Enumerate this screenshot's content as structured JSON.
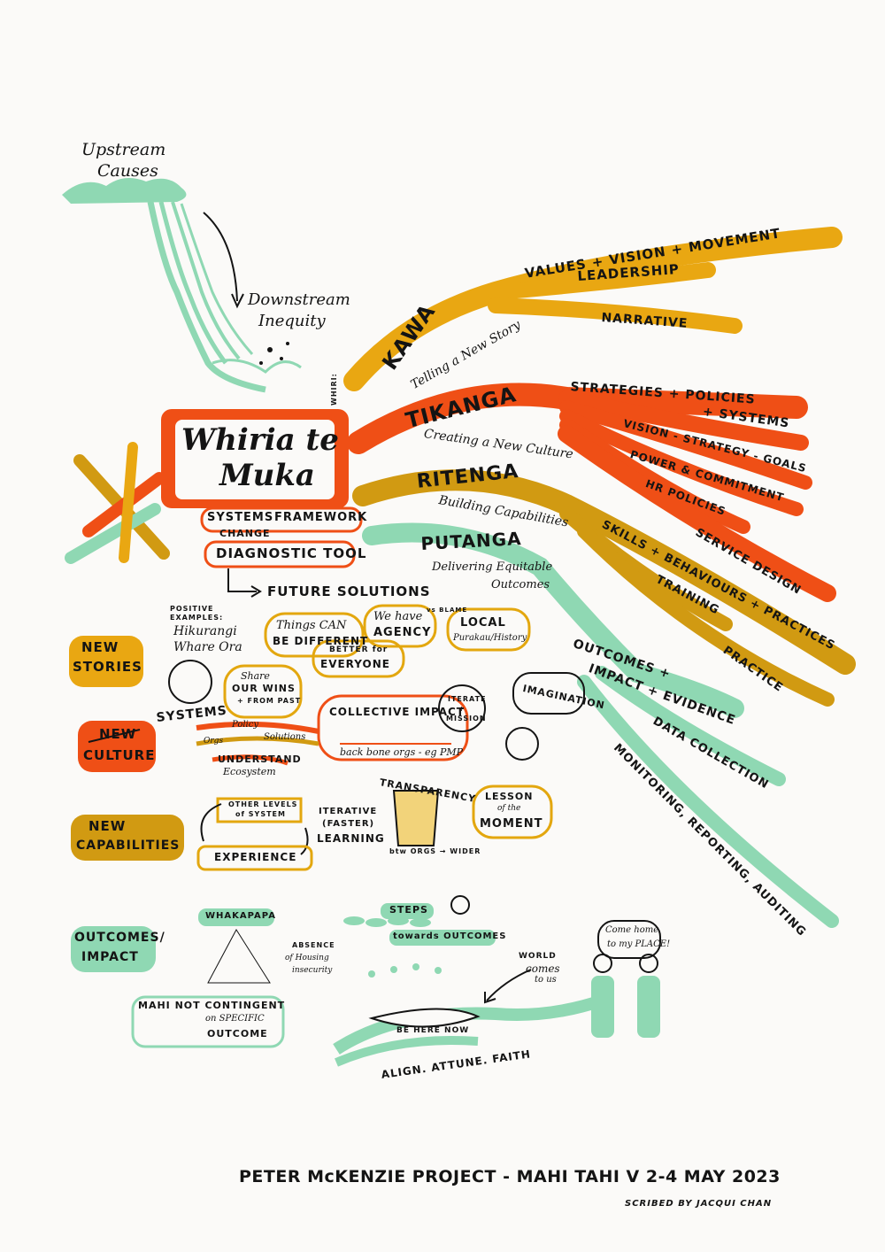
{
  "colors": {
    "yellow": "#e9a712",
    "orange": "#ef4f16",
    "mustard": "#d19a12",
    "green": "#8fd8b3",
    "ink": "#141414"
  },
  "upstream": {
    "title_line1": "Upstream",
    "title_line2": "Causes",
    "downstream_line1": "Downstream",
    "downstream_line2": "Inequity"
  },
  "center": {
    "whiri_label": "WHIRI:",
    "title_line1": "Whiria te",
    "title_line2": "Muka",
    "systems": "SYSTEMS",
    "change": "CHANGE",
    "framework": "FRAMEWORK",
    "diagnostic": "DIAGNOSTIC TOOL",
    "future": "FUTURE SOLUTIONS"
  },
  "branches": {
    "kawa": {
      "title": "KAWA",
      "subtitle": "Telling a New Story",
      "items": [
        "VALUES + VISION + MOVEMENT",
        "LEADERSHIP",
        "NARRATIVE"
      ]
    },
    "tikanga": {
      "title": "TIKANGA",
      "subtitle": "Creating a New Culture",
      "items": [
        "STRATEGIES + POLICIES",
        "+ SYSTEMS",
        "VISION - STRATEGY - GOALS",
        "POWER & COMMITMENT",
        "HR POLICIES",
        "SERVICE DESIGN"
      ]
    },
    "ritenga": {
      "title": "RITENGA",
      "subtitle": "Building Capabilities",
      "items": [
        "SKILLS + BEHAVIOURS + PRACTICES",
        "TRAINING",
        "PRACTICE"
      ]
    },
    "putanga": {
      "title": "PUTANGA",
      "subtitle_line1": "Delivering Equitable",
      "subtitle_line2": "Outcomes",
      "items": [
        "OUTCOMES +",
        "IMPACT + EVIDENCE",
        "DATA COLLECTION",
        "MONITORING, REPORTING, AUDITING"
      ]
    }
  },
  "new_stories": {
    "label_line1": "NEW",
    "label_line2": "STORIES",
    "positive_line1": "POSITIVE",
    "positive_line2": "EXAMPLES:",
    "hikurangi_line1": "Hikurangi",
    "hikurangi_line2": "Whare Ora",
    "share_line1": "Share",
    "share_line2": "OUR WINS",
    "share_line3": "+ FROM PAST",
    "things_line1": "Things CAN",
    "things_line2": "BE DIFFERENT",
    "agency_line1": "We have",
    "agency_line2": "AGENCY",
    "vs_blame": "vs BLAME",
    "better_line1": "BETTER for",
    "better_line2": "EVERYONE",
    "local_line1": "LOCAL",
    "local_line2": "Purakau/History"
  },
  "new_culture": {
    "label_line1": "NEW",
    "label_line2": "CULTURE",
    "systems": "SYSTEMS",
    "policy": "Policy",
    "orgs": "Orgs",
    "solutions": "Solutions",
    "understand_line1": "UNDERSTAND",
    "understand_line2": "Ecosystem",
    "collective": "COLLECTIVE IMPACT",
    "backbone": "back bone orgs - eg PMP",
    "iterate_line1": "ITERATE",
    "iterate_line2": "+",
    "iterate_line3": "MISSION",
    "imagination": "IMAGINATION"
  },
  "new_capabilities": {
    "label_line1": "NEW",
    "label_line2": "CAPABILITIES",
    "other_line1": "OTHER LEVELS",
    "other_line2": "of SYSTEM",
    "iterative_line1": "ITERATIVE",
    "iterative_line2": "(FASTER)",
    "iterative_line3": "LEARNING",
    "experience": "EXPERIENCE",
    "transparency": "TRANSPARENCY",
    "btw": "btw ORGS → WIDER",
    "lesson_line1": "LESSON",
    "lesson_line2": "of the",
    "lesson_line3": "MOMENT"
  },
  "outcomes_impact": {
    "label_line1": "OUTCOMES/",
    "label_line2": "IMPACT",
    "whakapapa": "WHAKAPAPA",
    "absence_line1": "ABSENCE",
    "absence_line2": "of Housing",
    "absence_line3": "insecurity",
    "mahi_line1": "MAHI NOT CONTINGENT",
    "mahi_line2": "on SPECIFIC",
    "mahi_line3": "OUTCOME",
    "steps_line1": "STEPS",
    "steps_line2": "towards OUTCOMES",
    "world_line1": "WORLD",
    "world_line2": "comes",
    "world_line3": "to us",
    "be_here": "BE HERE NOW",
    "align": "ALIGN. ATTUNE. FAITH",
    "come_line1": "Come home",
    "come_line2": "to my PLACE!"
  },
  "footer": {
    "title": "PETER McKENZIE PROJECT - MAHI TAHI V  2-4 MAY 2023",
    "credit": "SCRIBED BY JACQUI CHAN"
  }
}
